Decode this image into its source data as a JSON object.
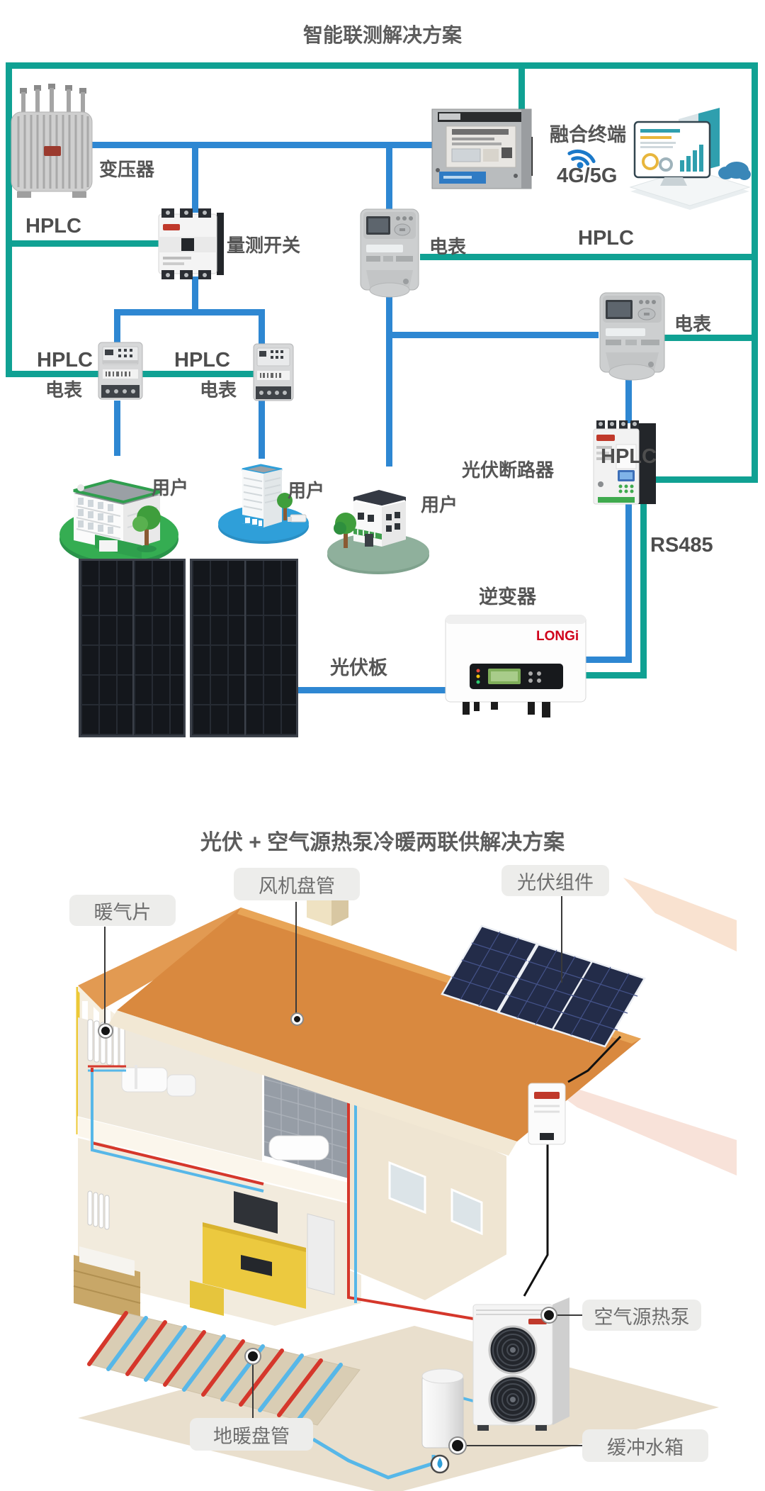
{
  "section1": {
    "title": "智能联测解决方案",
    "labels": {
      "transformer": "变压器",
      "hplc_left": "HPLC",
      "measuring_switch": "量测开关",
      "meter_mid": "电表",
      "fusion_terminal": "融合终端",
      "wireless": "4G/5G",
      "hplc_right": "HPLC",
      "meter_right": "电表",
      "hplc_user1": "HPLC",
      "meter_user1": "电表",
      "hplc_user2": "HPLC",
      "meter_user2": "电表",
      "user1": "用户",
      "user2": "用户",
      "user3": "用户",
      "pv_breaker": "光伏断路器",
      "hplc_breaker": "HPLC",
      "rs485": "RS485",
      "inverter": "逆变器",
      "inverter_brand": "LONGi",
      "pv_panel": "光伏板"
    },
    "colors": {
      "hplc_line": "#10a193",
      "power_line": "#2e87d2"
    }
  },
  "section2": {
    "title": "光伏 + 空气源热泵冷暖两联供解决方案",
    "labels": {
      "radiator": "暖气片",
      "fan_coil": "风机盘管",
      "pv_module": "光伏组件",
      "heat_pump": "空气源热泵",
      "buffer_tank": "缓冲水箱",
      "floor_coil": "地暖盘管"
    }
  }
}
